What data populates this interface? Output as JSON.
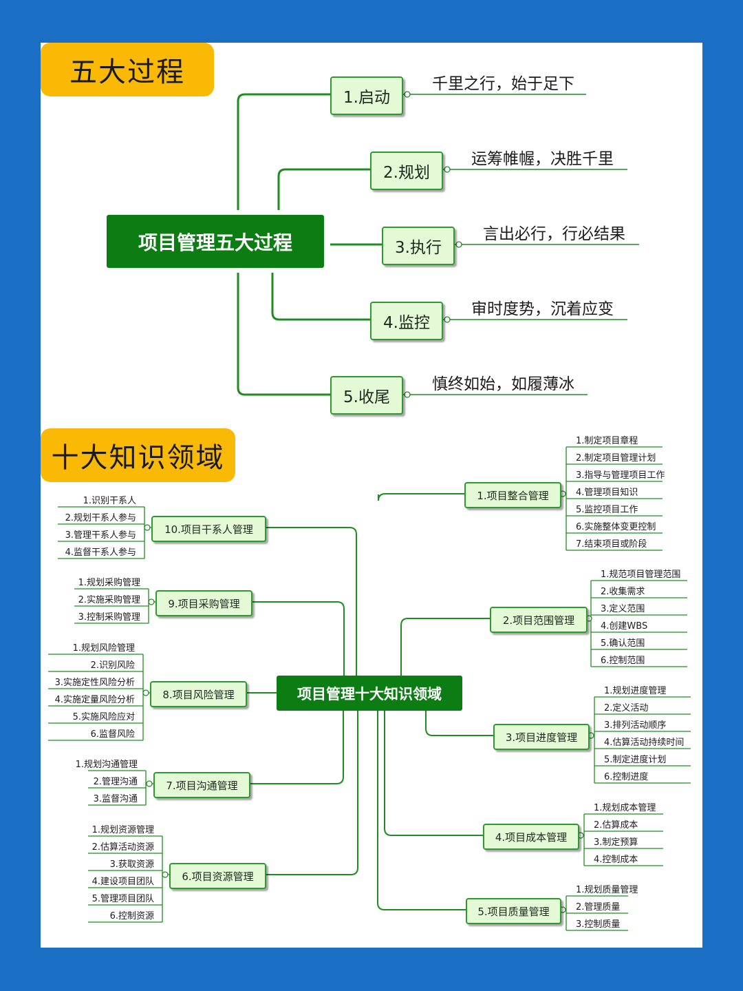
{
  "five_processes": {
    "tag": "五大过程",
    "root": "项目管理五大过程",
    "stages": [
      {
        "label": "1.启动",
        "motto": "千里之行，始于足下"
      },
      {
        "label": "2.规划",
        "motto": "运筹帷幄，决胜千里"
      },
      {
        "label": "3.执行",
        "motto": "言出必行，行必结果"
      },
      {
        "label": "4.监控",
        "motto": "审时度势，沉着应变"
      },
      {
        "label": "5.收尾",
        "motto": "慎终如始，如履薄冰"
      }
    ]
  },
  "ten_areas": {
    "tag": "十大知识领域",
    "root": "项目管理十大知识领域",
    "areas": [
      {
        "label": "1.项目整合管理",
        "items": [
          "1.制定项目章程",
          "2.制定项目管理计划",
          "3.指导与管理项目工作",
          "4.管理项目知识",
          "5.监控项目工作",
          "6.实施整体变更控制",
          "7.结束项目或阶段"
        ]
      },
      {
        "label": "2.项目范围管理",
        "items": [
          "1.规范项目管理范围",
          "2.收集需求",
          "3.定义范围",
          "4.创建WBS",
          "5.确认范围",
          "6.控制范围"
        ]
      },
      {
        "label": "3.项目进度管理",
        "items": [
          "1.规划进度管理",
          "2.定义活动",
          "3.排列活动顺序",
          "4.估算活动持续时间",
          "5.制定进度计划",
          "6.控制进度"
        ]
      },
      {
        "label": "4.项目成本管理",
        "items": [
          "1.规划成本管理",
          "2.估算成本",
          "3.制定预算",
          "4.控制成本"
        ]
      },
      {
        "label": "5.项目质量管理",
        "items": [
          "1.规划质量管理",
          "2.管理质量",
          "3.控制质量"
        ]
      },
      {
        "label": "6.项目资源管理",
        "items": [
          "1.规划资源管理",
          "2.估算活动资源",
          "3.获取资源",
          "4.建设项目团队",
          "5.管理项目团队",
          "6.控制资源"
        ]
      },
      {
        "label": "7.项目沟通管理",
        "items": [
          "1.规划沟通管理",
          "2.管理沟通",
          "3.监督沟通"
        ]
      },
      {
        "label": "8.项目风险管理",
        "items": [
          "1.规划风险管理",
          "2.识别风险",
          "3.实施定性风险分析",
          "4.实施定量风险分析",
          "5.实施风险应对",
          "6.监督风险"
        ]
      },
      {
        "label": "9.项目采购管理",
        "items": [
          "1.规划采购管理",
          "2.实施采购管理",
          "3.控制采购管理"
        ]
      },
      {
        "label": "10.项目干系人管理",
        "items": [
          "1.识别干系人",
          "2.规划干系人参与",
          "3.管理干系人参与",
          "4.监督干系人参与"
        ]
      }
    ]
  },
  "colors": {
    "tag": "#f9b905",
    "root": "#0c7d12",
    "node_fill": "#e4f9d6",
    "line": "#1e8c1e",
    "frame": "#1a6fc4"
  }
}
